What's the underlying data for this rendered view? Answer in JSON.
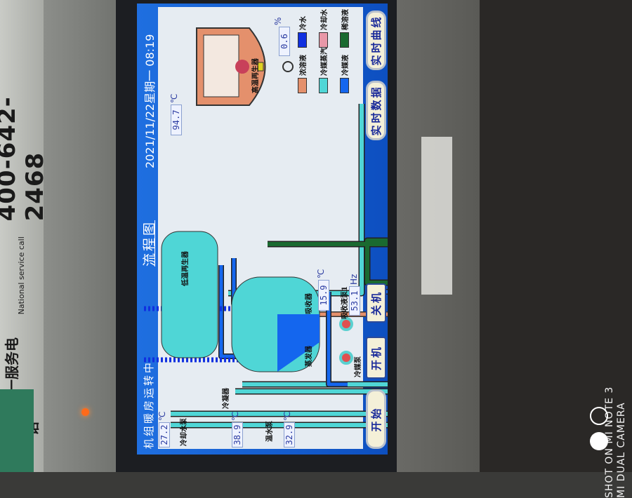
{
  "photo": {
    "sticker": {
      "service_cn": "全国统一服务电话",
      "service_en": "National service call",
      "phone": "400-642-2468"
    },
    "watermark": {
      "line1": "SHOT ON MI NOTE 3",
      "line2": "MI DUAL CAMERA"
    }
  },
  "header": {
    "status": "机组暖房运转中",
    "page_title": "流程图",
    "datetime": "2021/11/22星期一 08:19"
  },
  "diagram": {
    "labels": {
      "high_temp_generator": "高温再生器",
      "low_temp_generator": "低温再生器",
      "condenser": "冷凝器",
      "absorber": "吸收器",
      "evaporator": "蒸发器",
      "cooling_water_pump": "冷却水泵",
      "warm_water_pump": "温水泵",
      "absorbent_pump": "吸收液泵1",
      "refrigerant_pump": "冷媒泵"
    },
    "readings": {
      "valve_opening": "0.6",
      "valve_unit": "%",
      "generator_temp": "94.7",
      "temp_unit": "℃",
      "evaporator_temp": "15.9",
      "pump_freq": "53.1",
      "freq_unit": "Hz",
      "cooling_water_temp": "27.2",
      "warm_water_out_temp": "38.9",
      "warm_water_in_temp": "32.9"
    },
    "legend": [
      {
        "label": "冷水",
        "color": "#1030e0"
      },
      {
        "label": "冷却水",
        "color": "#e898a8"
      },
      {
        "label": "稀溶液",
        "color": "#1a6a30"
      },
      {
        "label": "浓溶液",
        "color": "#e4906c"
      },
      {
        "label": "冷媒蒸汽",
        "color": "#4fd6d6"
      },
      {
        "label": "冷媒液",
        "color": "#1466ee"
      }
    ]
  },
  "buttons": {
    "start": "开始",
    "power_on": "开机",
    "power_off": "关机",
    "realtime_data": "实时数据",
    "realtime_curve": "实时曲线"
  }
}
